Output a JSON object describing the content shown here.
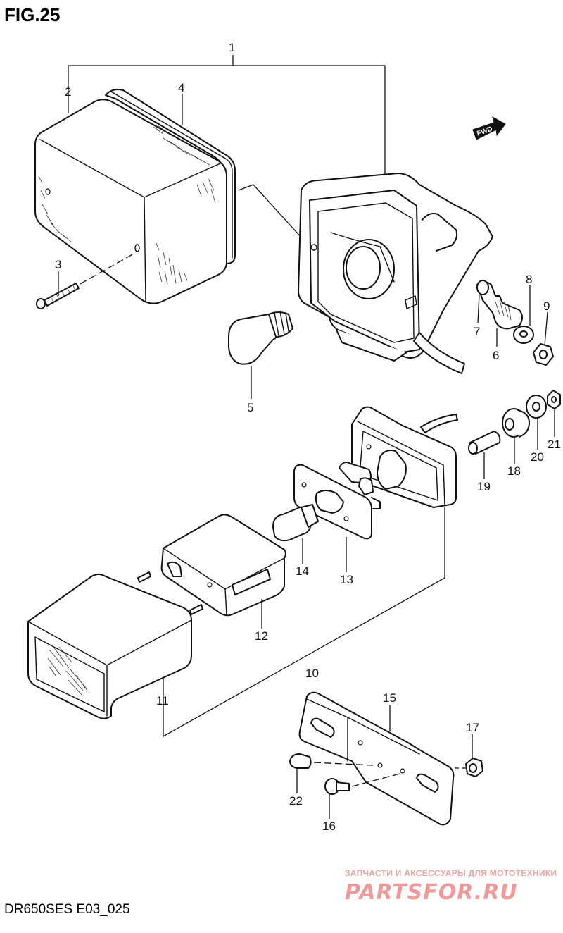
{
  "figure": {
    "title": "FIG.25",
    "model_code": "DR650SES E03_025"
  },
  "direction_marker": {
    "text": "FWD",
    "icon": "forward-arrow-icon"
  },
  "watermark": {
    "tagline": "ЗАПЧАСТИ И АКСЕССУАРЫ ДЛЯ МОТОТЕХНИКИ",
    "brand": "PARTSFOR.RU",
    "color": "#ef9a9a"
  },
  "callouts": [
    {
      "id": "1",
      "label": "1"
    },
    {
      "id": "2",
      "label": "2"
    },
    {
      "id": "3",
      "label": "3"
    },
    {
      "id": "4",
      "label": "4"
    },
    {
      "id": "5",
      "label": "5"
    },
    {
      "id": "6",
      "label": "6"
    },
    {
      "id": "7",
      "label": "7"
    },
    {
      "id": "8",
      "label": "8"
    },
    {
      "id": "9",
      "label": "9"
    },
    {
      "id": "10",
      "label": "10"
    },
    {
      "id": "11",
      "label": "11"
    },
    {
      "id": "12",
      "label": "12"
    },
    {
      "id": "13",
      "label": "13"
    },
    {
      "id": "14",
      "label": "14"
    },
    {
      "id": "15",
      "label": "15"
    },
    {
      "id": "16",
      "label": "16"
    },
    {
      "id": "17",
      "label": "17"
    },
    {
      "id": "18",
      "label": "18"
    },
    {
      "id": "19",
      "label": "19"
    },
    {
      "id": "20",
      "label": "20"
    },
    {
      "id": "21",
      "label": "21"
    },
    {
      "id": "22",
      "label": "22"
    }
  ]
}
